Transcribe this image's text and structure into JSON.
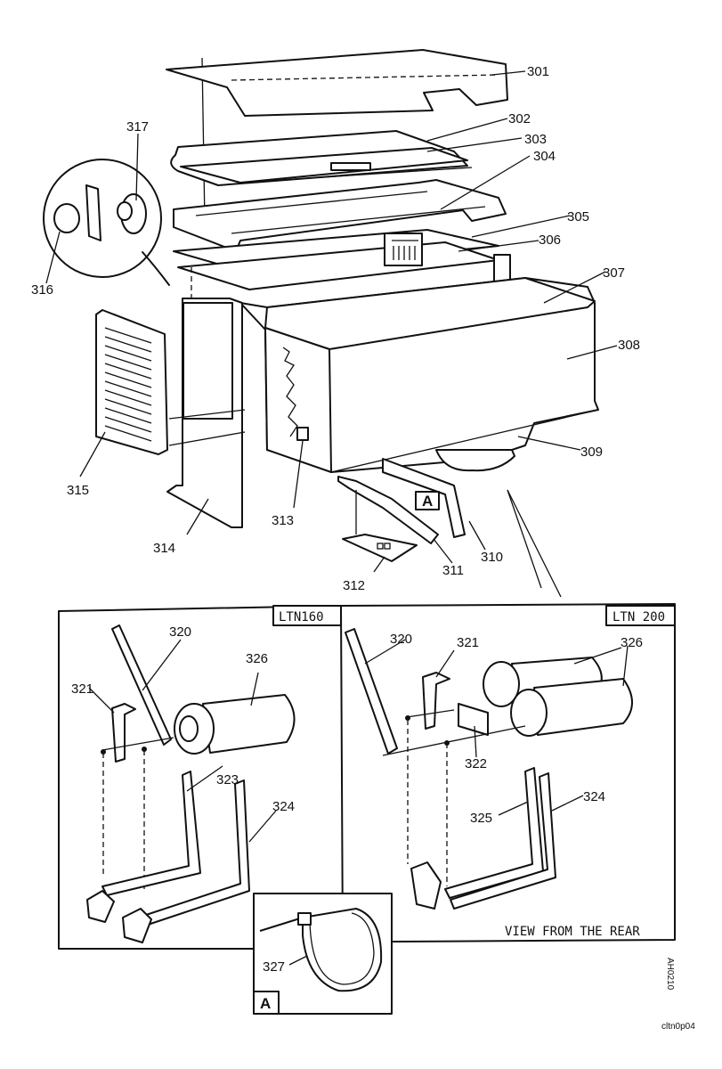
{
  "diagram": {
    "type": "exploded parts diagram",
    "part_labels": {
      "p301": "301",
      "p302": "302",
      "p303": "303",
      "p304": "304",
      "p305": "305",
      "p306": "306",
      "p307": "307",
      "p308": "308",
      "p309": "309",
      "p310": "310",
      "p311": "311",
      "p312": "312",
      "p313": "313",
      "p314": "314",
      "p315": "315",
      "p316": "316",
      "p317": "317"
    },
    "detail_callout": "A",
    "panels": {
      "ltn160": {
        "title": "LTN160",
        "labels": {
          "p320": "320",
          "p321": "321",
          "p323": "323",
          "p324": "324",
          "p326": "326"
        }
      },
      "ltn200": {
        "title": "LTN 200",
        "labels": {
          "p320": "320",
          "p321": "321",
          "p322": "322",
          "p324": "324",
          "p325": "325",
          "p326": "326"
        },
        "caption": "VIEW FROM THE REAR"
      },
      "detail_a": {
        "title": "A",
        "labels": {
          "p327": "327"
        }
      }
    },
    "side_code": "AH0210",
    "footer_code": "cltn0p04"
  }
}
